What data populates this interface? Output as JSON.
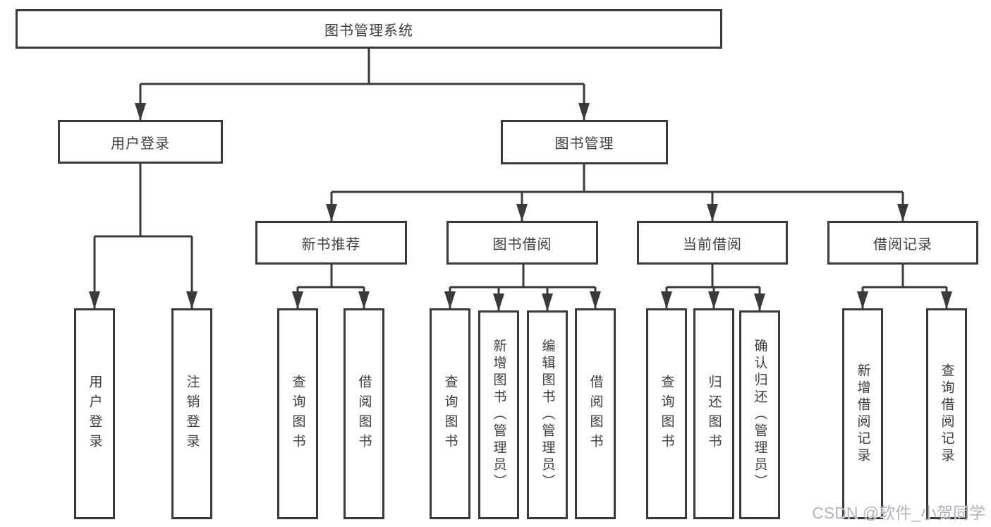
{
  "tree": {
    "root": {
      "label": "图书管理系统"
    },
    "branches": [
      {
        "label": "用户登录",
        "children": [
          {
            "label": "用户登录"
          },
          {
            "label": "注销登录"
          }
        ]
      },
      {
        "label": "图书管理",
        "sections": [
          {
            "label": "新书推荐",
            "children": [
              {
                "label": "查询图书"
              },
              {
                "label": "借阅图书"
              }
            ]
          },
          {
            "label": "图书借阅",
            "children": [
              {
                "label": "查询图书"
              },
              {
                "label": "新增图书（管理员）"
              },
              {
                "label": "编辑图书（管理员）"
              },
              {
                "label": "借阅图书"
              }
            ]
          },
          {
            "label": "当前借阅",
            "children": [
              {
                "label": "查询图书"
              },
              {
                "label": "归还图书"
              },
              {
                "label": "确认归还（管理员）"
              }
            ]
          },
          {
            "label": "借阅记录",
            "children": [
              {
                "label": "新增借阅记录"
              },
              {
                "label": "查询借阅记录"
              }
            ]
          }
        ]
      }
    ]
  },
  "colors": {
    "line": "#3a3a3a",
    "text": "#3d3d3d",
    "watermark": "#acb1b9"
  },
  "watermark": "CSDN @软件_小贺同学"
}
